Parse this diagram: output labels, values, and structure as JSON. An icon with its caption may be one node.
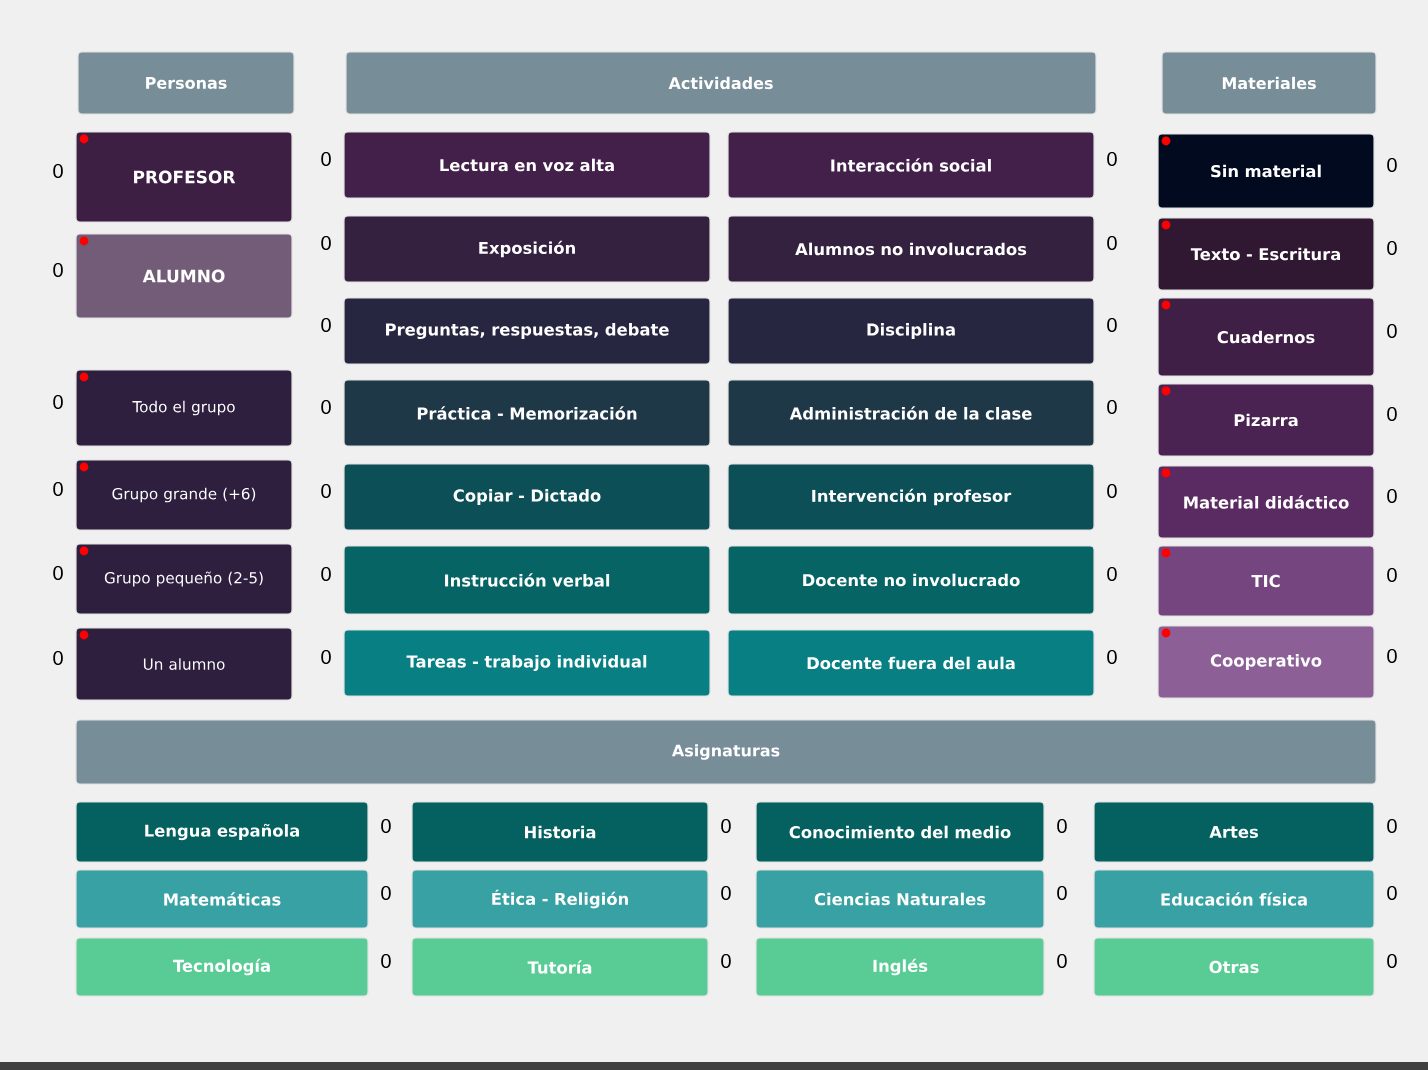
{
  "diagram": {
    "nodes": [
      {
        "text": [
          "Personas"
        ]
      },
      {
        "text": [
          "Actividades"
        ]
      },
      {
        "text": [
          "Materiales"
        ]
      },
      {
        "text": [
          "PROFESOR"
        ],
        "beside": [
          "0"
        ]
      },
      {
        "text": [
          "ALUMNO"
        ],
        "beside": [
          "0"
        ]
      },
      {
        "text": [
          "Todo el grupo"
        ],
        "beside": [
          "0"
        ]
      },
      {
        "text": [
          "Grupo grande (+6)"
        ],
        "beside": [
          "0"
        ]
      },
      {
        "text": [
          "Grupo pequeño (2-5)"
        ],
        "beside": [
          "0"
        ]
      },
      {
        "text": [
          "Un alumno"
        ],
        "beside": [
          "0"
        ]
      },
      {
        "text": [
          "Lectura en voz alta"
        ],
        "beside": [
          "0"
        ]
      },
      {
        "text": [
          "Exposición"
        ],
        "beside": [
          "0"
        ]
      },
      {
        "text": [
          "Preguntas, respuestas, debate"
        ],
        "beside": [
          "0"
        ]
      },
      {
        "text": [
          "Práctica - Memorización"
        ],
        "beside": [
          "0"
        ]
      },
      {
        "text": [
          "Copiar - Dictado"
        ],
        "beside": [
          "0"
        ]
      },
      {
        "text": [
          "Instrucción verbal"
        ],
        "beside": [
          "0"
        ]
      },
      {
        "text": [
          "Tareas - trabajo individual"
        ],
        "beside": [
          "0"
        ]
      },
      {
        "text": [
          "Interacción social"
        ],
        "beside": [
          "0"
        ]
      },
      {
        "text": [
          "Alumnos no involucrados"
        ],
        "beside": [
          "0"
        ]
      },
      {
        "text": [
          "Disciplina"
        ],
        "beside": [
          "0"
        ]
      },
      {
        "text": [
          "Administración de la clase"
        ],
        "beside": [
          "0"
        ]
      },
      {
        "text": [
          "Intervención profesor"
        ],
        "beside": [
          "0"
        ]
      },
      {
        "text": [
          "Docente no involucrado"
        ],
        "beside": [
          "0"
        ]
      },
      {
        "text": [
          "Docente fuera del aula"
        ],
        "beside": [
          "0"
        ]
      },
      {
        "text": [
          "Sin material"
        ],
        "beside": [
          "0"
        ]
      },
      {
        "text": [
          "Texto - Escritura"
        ],
        "beside": [
          "0"
        ]
      },
      {
        "text": [
          "Cuadernos"
        ],
        "beside": [
          "0"
        ]
      },
      {
        "text": [
          "Pizarra"
        ],
        "beside": [
          "0"
        ]
      },
      {
        "text": [
          "Material didáctico"
        ],
        "beside": [
          "0"
        ]
      },
      {
        "text": [
          "TIC"
        ],
        "beside": [
          "0"
        ]
      },
      {
        "text": [
          "Cooperativo"
        ],
        "beside": [
          "0"
        ]
      },
      {
        "text": [
          "Asignaturas"
        ]
      },
      {
        "text": [
          "Lengua española"
        ],
        "beside": [
          "0"
        ]
      },
      {
        "text": [
          "Historia"
        ],
        "beside": [
          "0"
        ]
      },
      {
        "text": [
          "Conocimiento del medio"
        ],
        "beside": [
          "0"
        ]
      },
      {
        "text": [
          "Artes"
        ],
        "beside": [
          "0"
        ]
      },
      {
        "text": [
          "Matemáticas"
        ],
        "beside": [
          "0"
        ]
      },
      {
        "text": [
          "Ética - Religión"
        ],
        "beside": [
          "0"
        ]
      },
      {
        "text": [
          "Ciencias Naturales"
        ],
        "beside": [
          "0"
        ]
      },
      {
        "text": [
          "Educación física"
        ],
        "beside": [
          "0"
        ]
      },
      {
        "text": [
          "Tecnología"
        ],
        "beside": [
          "0"
        ]
      },
      {
        "text": [
          "Tutoría"
        ],
        "beside": [
          "0"
        ]
      },
      {
        "text": [
          "Inglés"
        ],
        "beside": [
          "0"
        ]
      },
      {
        "text": [
          "Otras"
        ],
        "beside": [
          "0"
        ]
      }
    ]
  }
}
